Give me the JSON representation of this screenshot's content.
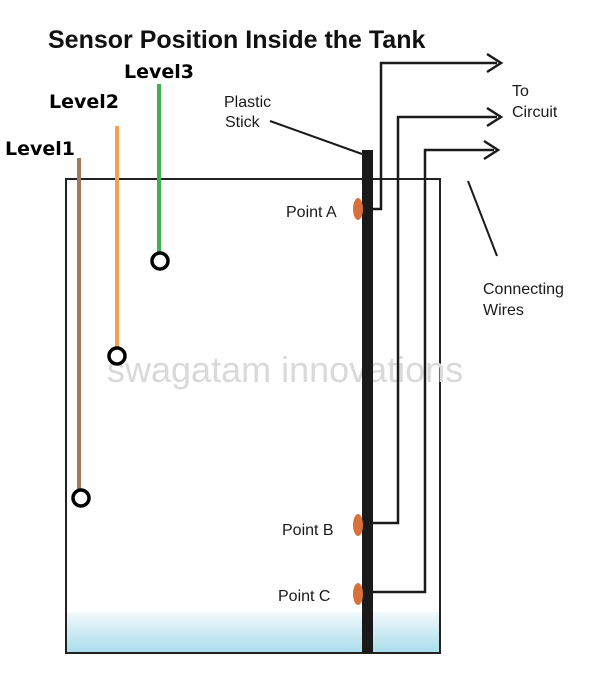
{
  "title": "Sensor Position Inside the Tank",
  "levels": [
    {
      "label": "Level1",
      "color": "#A47A5E"
    },
    {
      "label": "Level2",
      "color": "#F4A24E"
    },
    {
      "label": "Level3",
      "color": "#3DB154"
    }
  ],
  "stick": {
    "line1": "Plastic",
    "line2": "Stick",
    "color": "#1a1a1a"
  },
  "points": [
    {
      "label": "Point A",
      "color": "#D9703A"
    },
    {
      "label": "Point B",
      "color": "#D9703A"
    },
    {
      "label": "Point C",
      "color": "#D9703A"
    }
  ],
  "output": {
    "line1": "To",
    "line2": "Circuit"
  },
  "wires": {
    "line1": "Connecting",
    "line2": "Wires"
  },
  "watermark": "swagatam innovations",
  "colors": {
    "water_top": "#F2FAFC",
    "water_bottom": "#A9DCEB",
    "outline": "#222222"
  }
}
